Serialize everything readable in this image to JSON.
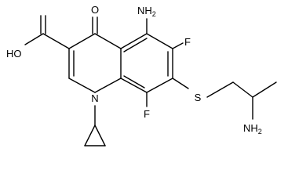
{
  "molecule": {
    "atoms": {
      "carbonyl_o": "O",
      "amino_top": "NH",
      "amino_top_sub": "2",
      "acid_oh": "HO",
      "fluoro_right": "F",
      "ring_nitrogen": "N",
      "fluoro_bottom": "F",
      "sulfur": "S",
      "amino_chain": "NH",
      "amino_chain_sub": "2"
    }
  }
}
